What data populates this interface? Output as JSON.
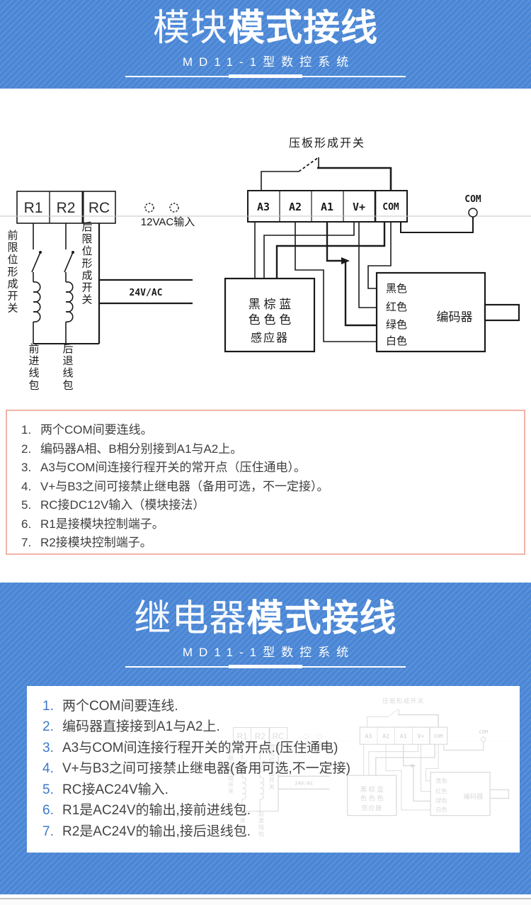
{
  "section1": {
    "title_light": "模块",
    "title_bold": "模式接线",
    "subtitle": "MD11-1型数控系统",
    "notes": [
      {
        "num": "1.",
        "text": "两个COM间要连线。"
      },
      {
        "num": "2.",
        "text": "编码器A相、B相分别接到A1与A2上。"
      },
      {
        "num": "3.",
        "text": "A3与COM间连接行程开关的常开点（压住通电）。"
      },
      {
        "num": "4.",
        "text": "V+与B3之间可接禁止继电器（备用可选，不一定接）。"
      },
      {
        "num": "5.",
        "text": "RC接DC12V输入（模块接法）"
      },
      {
        "num": "6.",
        "text": "R1是接模块控制端子。"
      },
      {
        "num": "7.",
        "text": "R2接模块控制端子。"
      }
    ]
  },
  "section2": {
    "title_light": "继电器",
    "title_bold": "模式接线",
    "subtitle": "MD11-1型数控系统",
    "notes": [
      {
        "num": "1.",
        "text": "两个COM间要连线."
      },
      {
        "num": "2.",
        "text": "编码器直接接到A1与A2上."
      },
      {
        "num": "3.",
        "text": "A3与COM间连接行程开关的常开点.(压住通电)"
      },
      {
        "num": "4.",
        "text": "V+与B3之间可接禁止继电器(备用可选,不一定接)"
      },
      {
        "num": "5.",
        "text": "RC接AC24V输入."
      },
      {
        "num": "6.",
        "text": "R1是AC24V的输出,接前进线包."
      },
      {
        "num": "7.",
        "text": "R2是AC24V的输出,接后退线包."
      }
    ]
  },
  "diagram": {
    "switch_label": "压板形成开关",
    "terminals_left": [
      "R1",
      "R2",
      "RC"
    ],
    "terminals_main": [
      "A3",
      "A2",
      "A1",
      "V+",
      "COM"
    ],
    "com_node_label": "COM",
    "vac_input_label": "12VAC输入",
    "v24_label": "24V/AC",
    "front_limit_label": "前限位形成开关",
    "rear_limit_label": "后限位形成开关",
    "front_coil_label": "前进线包",
    "rear_coil_label": "后退线包",
    "sensor_line1": "黑 棕 蓝",
    "sensor_line2": "色 色 色",
    "sensor_name": "感应器",
    "encoder_colors": [
      "黑色",
      "红色",
      "绿色",
      "白色"
    ],
    "encoder_name": "编码器"
  },
  "colors": {
    "banner_blue": "#4a86d5",
    "notes_border_salmon": "#f2b3a8",
    "list_number_blue": "#3b7ac9",
    "wire_black": "#1a1a1a"
  }
}
